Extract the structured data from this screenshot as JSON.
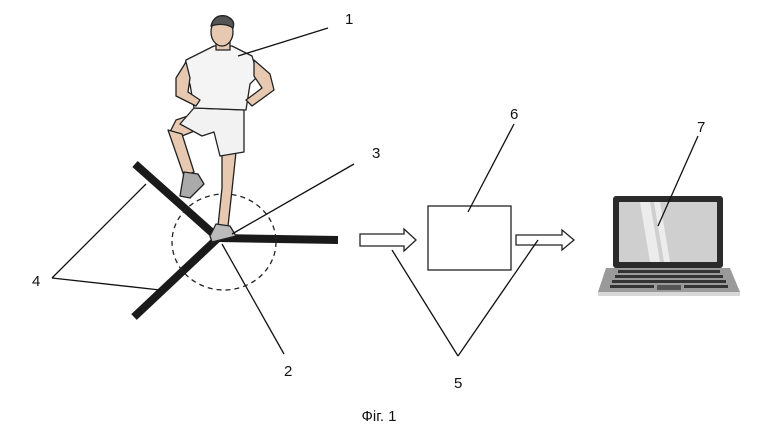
{
  "figure": {
    "caption": "Фіг. 1",
    "labels": {
      "person": "1",
      "sensor": "2",
      "zone": "3",
      "platform_bars": "4",
      "signal_arrows": "5",
      "processing_unit": "6",
      "computer": "7"
    },
    "icons": {
      "person": "athlete-figure-icon",
      "computer": "laptop-icon"
    }
  }
}
